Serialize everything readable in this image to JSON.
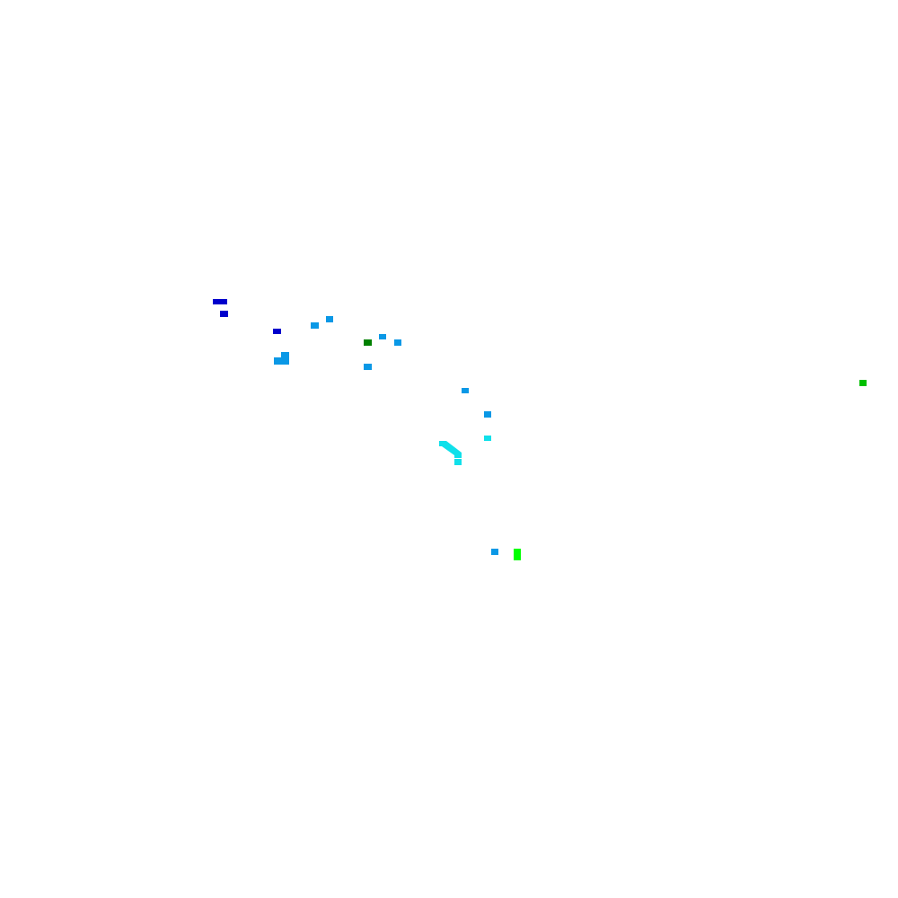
{
  "map": {
    "background_color": "#ffffff",
    "feature_colors": {
      "dark_blue": "#0000cc",
      "medium_blue": "#0a98e6",
      "cyan": "#10e0ea",
      "dark_green": "#008000",
      "green": "#00c000",
      "bright_green": "#00ff00"
    },
    "features": [
      {
        "id": "feature-1",
        "color_key": "dark_blue"
      },
      {
        "id": "feature-2",
        "color_key": "dark_blue"
      },
      {
        "id": "feature-3",
        "color_key": "dark_blue"
      },
      {
        "id": "feature-4",
        "color_key": "medium_blue"
      },
      {
        "id": "feature-5",
        "color_key": "medium_blue"
      },
      {
        "id": "feature-6",
        "color_key": "medium_blue"
      },
      {
        "id": "feature-7",
        "color_key": "medium_blue"
      },
      {
        "id": "feature-8",
        "color_key": "dark_green"
      },
      {
        "id": "feature-9",
        "color_key": "medium_blue"
      },
      {
        "id": "feature-10",
        "color_key": "medium_blue"
      },
      {
        "id": "feature-11",
        "color_key": "medium_blue"
      },
      {
        "id": "feature-12",
        "color_key": "medium_blue"
      },
      {
        "id": "feature-13",
        "color_key": "medium_blue"
      },
      {
        "id": "feature-14",
        "color_key": "cyan"
      },
      {
        "id": "feature-15",
        "color_key": "cyan"
      },
      {
        "id": "feature-16",
        "color_key": "cyan"
      },
      {
        "id": "feature-17",
        "color_key": "medium_blue"
      },
      {
        "id": "feature-18",
        "color_key": "bright_green"
      },
      {
        "id": "feature-19",
        "color_key": "green"
      }
    ]
  }
}
